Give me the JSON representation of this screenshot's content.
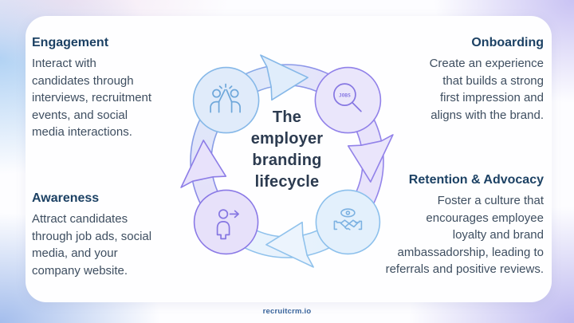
{
  "sections": [
    {
      "id": "engagement",
      "title": "Engagement",
      "body": "Interact with\ncandidates through\ninterviews, recruitment\nevents, and social\nmedia interactions."
    },
    {
      "id": "onboarding",
      "title": "Onboarding",
      "body": "Create an experience\nthat builds a strong\nfirst impression and\naligns with the brand."
    },
    {
      "id": "awareness",
      "title": "Awareness",
      "body": "Attract candidates\nthrough job ads, social\nmedia, and your\ncompany website."
    },
    {
      "id": "retention",
      "title": "Retention & Advocacy",
      "body": "Foster a culture that\nencourages employee\nloyalty and brand\nambassadorship, leading to\nreferrals and positive reviews."
    }
  ],
  "diagram": {
    "center_title": "The\nemployer\nbranding\nlifecycle",
    "jobs_label": "JOBS",
    "flow_direction": "clockwise",
    "nodes": [
      {
        "position": "top-left",
        "icon": "high-five-icon",
        "circle_color": "#86b8e8"
      },
      {
        "position": "top-right",
        "icon": "jobs-search-icon",
        "circle_color": "#9181e9"
      },
      {
        "position": "bottom-right",
        "icon": "handshake-eye-icon",
        "circle_color": "#8cc0ec"
      },
      {
        "position": "bottom-left",
        "icon": "person-arrow-icon",
        "circle_color": "#8a79e6"
      }
    ]
  },
  "footer": {
    "brand": "recruitcrm.io"
  },
  "colors": {
    "heading_text": "#1c4164",
    "body_text": "#3e4e60",
    "center_title_text": "#2c3b50",
    "footer_text": "#38639b",
    "card_bg": "#fefeff",
    "accent_blue": "#86b8e8",
    "accent_purple": "#9181e9"
  }
}
